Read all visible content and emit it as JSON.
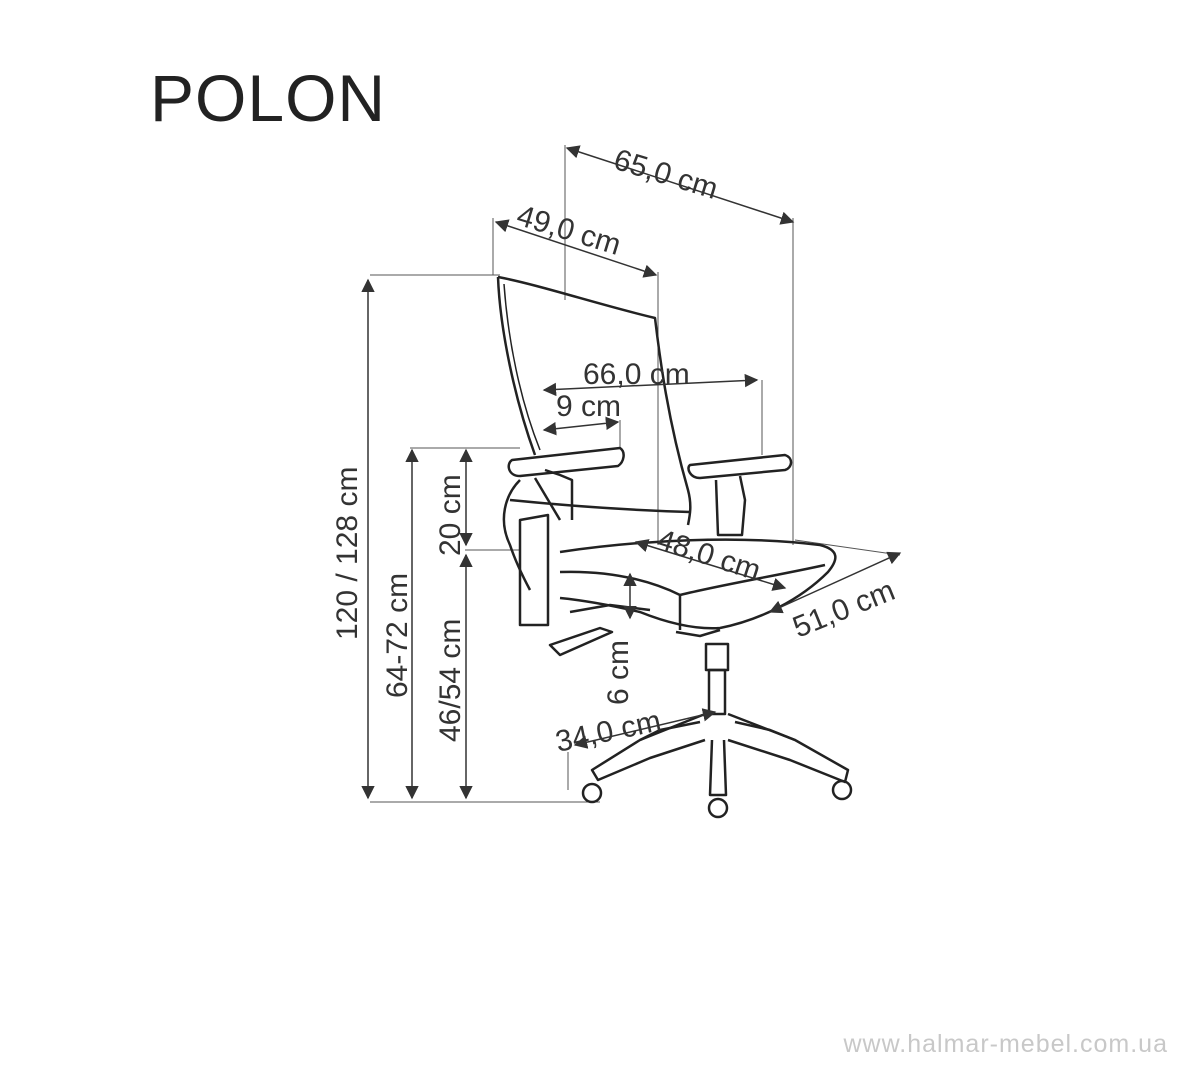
{
  "product": {
    "name": "POLON"
  },
  "dimensions": {
    "overall_depth": "65,0 cm",
    "backrest_width": "49,0 cm",
    "armrest_span": "66,0 cm",
    "armrest_width": "9 cm",
    "total_height": "120 / 128 cm",
    "armrest_height": "64-72 cm",
    "seat_height": "46/54 cm",
    "armrest_above_seat": "20 cm",
    "seat_width": "48,0 cm",
    "seat_depth": "51,0 cm",
    "seat_thickness": "6 cm",
    "base_radius": "34,0 cm"
  },
  "footer": {
    "watermark": "www.halmar-mebel.com.ua"
  },
  "colors": {
    "line": "#333333",
    "watermark": "#c8c8c8"
  }
}
